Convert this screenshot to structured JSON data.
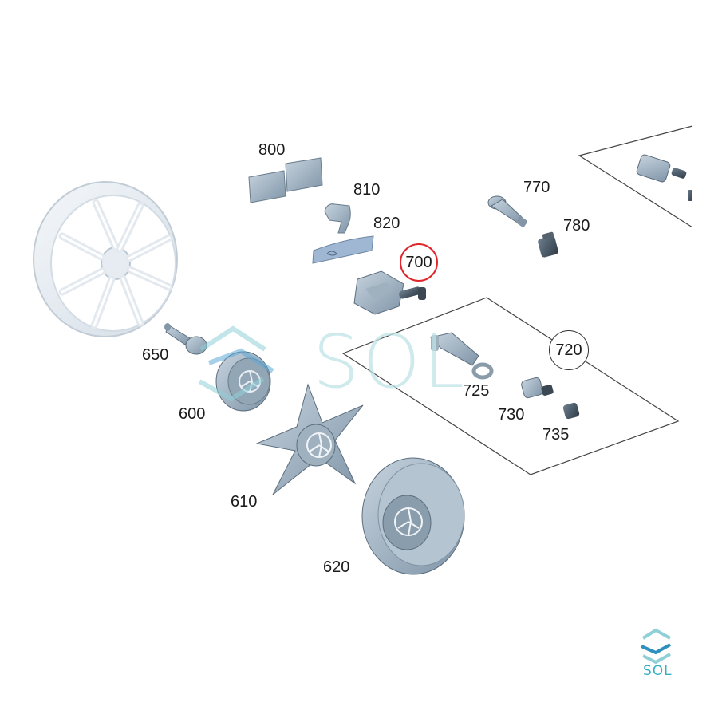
{
  "diagram": {
    "part_labels": {
      "p800": "800",
      "p810": "810",
      "p820": "820",
      "p700": "700",
      "p770": "770",
      "p780": "780",
      "p720": "720",
      "p725": "725",
      "p730": "730",
      "p735": "735",
      "p650": "650",
      "p600": "600",
      "p610": "610",
      "p620": "620"
    },
    "highlighted_part": "700",
    "highlight_color": "#e0262b"
  },
  "watermark": {
    "text": "SOL",
    "color": "#bfe3e6"
  },
  "logo": {
    "text": "SOL",
    "color": "#35b0c2"
  }
}
